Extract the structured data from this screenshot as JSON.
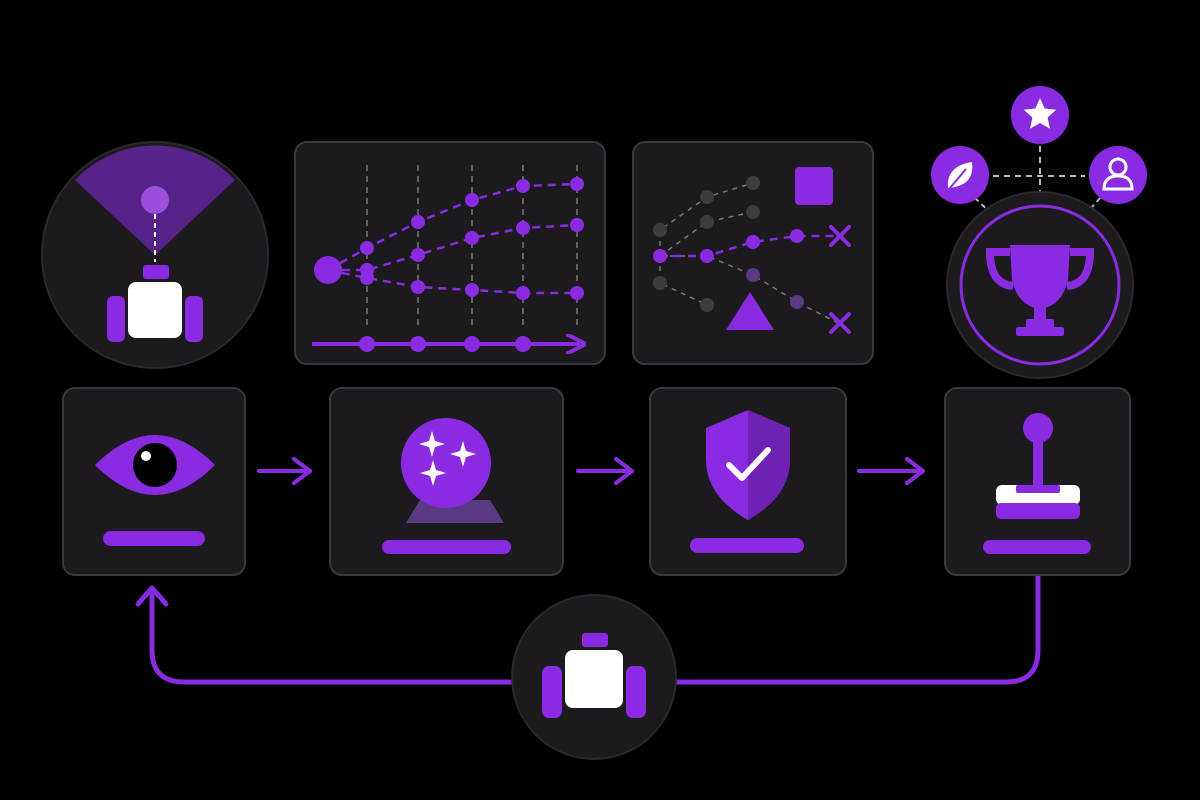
{
  "colors": {
    "background": "#000000",
    "panel": "#1c1a1e",
    "panel_border": "#3a373d",
    "accent": "#8a2be2",
    "accent_light": "#9d4edd",
    "accent_dim": "#5a3a82",
    "robot_body": "#ffffff",
    "dim_node": "#3e3c40",
    "dashed_line": "#7a777d"
  },
  "diagram": {
    "pipeline_steps": [
      {
        "id": "perceive",
        "icon": "eye-icon"
      },
      {
        "id": "predict",
        "icon": "crystal-ball-icon"
      },
      {
        "id": "verify",
        "icon": "shield-check-icon"
      },
      {
        "id": "act",
        "icon": "joystick-icon"
      }
    ],
    "top_panels": [
      {
        "id": "sensing",
        "icon": "robot-sensor-cone-icon"
      },
      {
        "id": "rollout",
        "icon": "trajectory-rollout-icon"
      },
      {
        "id": "pruning",
        "icon": "branch-pruning-icon"
      },
      {
        "id": "reward",
        "icon": "trophy-icon",
        "satellites": [
          "leaf-icon",
          "star-icon",
          "person-icon"
        ]
      }
    ],
    "feedback": {
      "icon": "robot-icon"
    }
  }
}
